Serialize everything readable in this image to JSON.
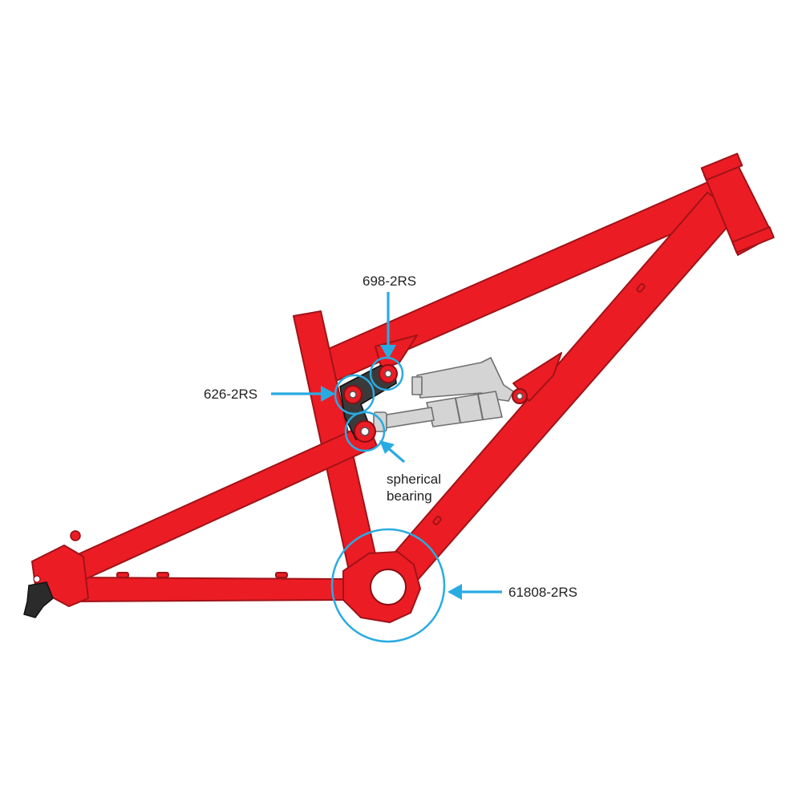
{
  "colors": {
    "frame": "#ec1c24",
    "accent": "#29abe2",
    "shock": "#d4d4d4",
    "link": "#3a3a3a",
    "text": "#222222"
  },
  "labels": {
    "bearing_698": "698-2RS",
    "bearing_626": "626-2RS",
    "spherical_line1": "spherical",
    "spherical_line2": "bearing",
    "bearing_61808": "61808-2RS"
  }
}
